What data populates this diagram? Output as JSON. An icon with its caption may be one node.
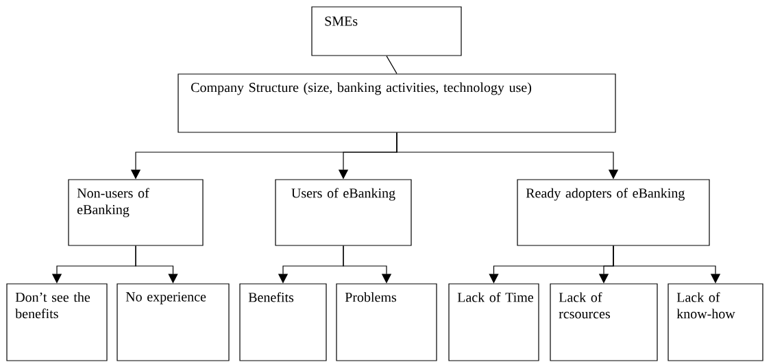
{
  "diagram": {
    "nodes": [
      {
        "text": [
          "SMEs"
        ]
      },
      {
        "text": [
          "Company Structure (size, banking activities, technology use)"
        ]
      },
      {
        "text": [
          "Non-users of eBanking"
        ]
      },
      {
        "text": [
          "Users of eBanking"
        ]
      },
      {
        "text": [
          "Ready adopters of eBanking"
        ]
      },
      {
        "text": [
          "Don’t see the benefits"
        ]
      },
      {
        "text": [
          "No experience"
        ]
      },
      {
        "text": [
          "Benefits"
        ]
      },
      {
        "text": [
          "Problems"
        ]
      },
      {
        "text": [
          "Lack of Time"
        ]
      },
      {
        "text": [
          "Lack of rcsources"
        ]
      },
      {
        "text": [
          "Lack of know-how"
        ]
      }
    ],
    "edges": [
      {
        "from": 0,
        "to": 1,
        "arrow": "none"
      },
      {
        "from": 1,
        "to": 2,
        "arrow": "to"
      },
      {
        "from": 1,
        "to": 3,
        "arrow": "to"
      },
      {
        "from": 1,
        "to": 4,
        "arrow": "to"
      },
      {
        "from": 2,
        "to": 5,
        "arrow": "to"
      },
      {
        "from": 2,
        "to": 6,
        "arrow": "to"
      },
      {
        "from": 3,
        "to": 7,
        "arrow": "to"
      },
      {
        "from": 3,
        "to": 8,
        "arrow": "to"
      },
      {
        "from": 4,
        "to": 9,
        "arrow": "to"
      },
      {
        "from": 4,
        "to": 10,
        "arrow": "to"
      },
      {
        "from": 4,
        "to": 11,
        "arrow": "to"
      }
    ]
  }
}
